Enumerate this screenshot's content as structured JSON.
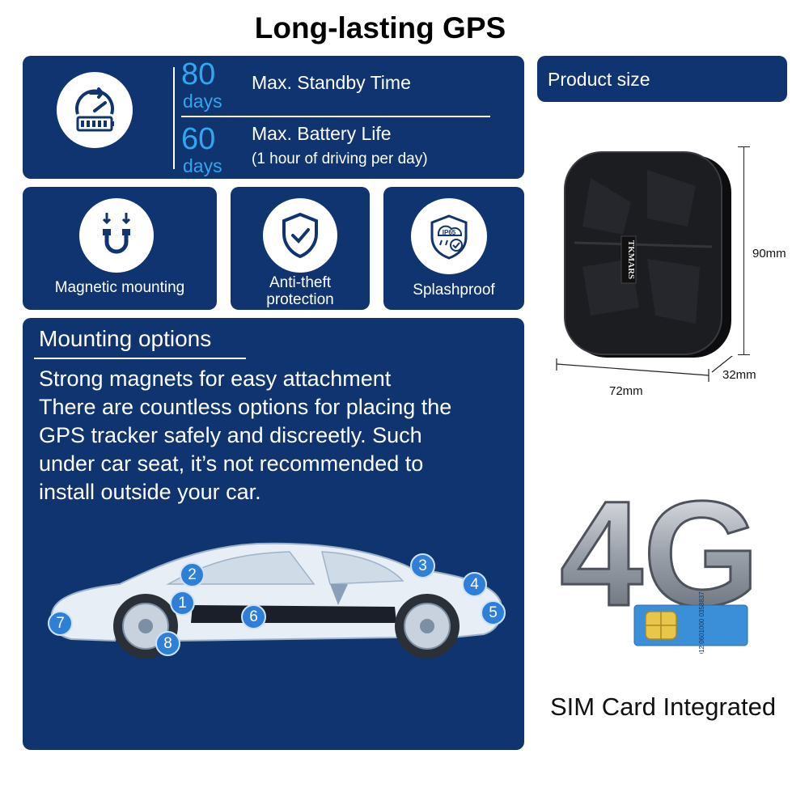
{
  "title": "Long-lasting GPS",
  "stats": [
    {
      "value": "80",
      "unit": "days",
      "label": "Max. Standby Time",
      "sub": ""
    },
    {
      "value": "60",
      "unit": "days",
      "label": "Max. Battery Life",
      "sub": "(1 hour of driving per day)"
    }
  ],
  "features": [
    {
      "label": "Magnetic mounting",
      "icon": "magnet-icon"
    },
    {
      "label_line1": "Anti-theft",
      "label_line2": "protection",
      "icon": "shield-check-icon"
    },
    {
      "label": "Splashproof",
      "icon": "waterproof-icon",
      "badge_text": "IP65"
    }
  ],
  "mounting": {
    "heading": "Mounting options",
    "lines": [
      "Strong magnets for easy attachment",
      "There are countless options for placing the",
      "GPS tracker safely and discreetly. Such",
      "under car seat, it’s not recommended to",
      "install outside your car."
    ],
    "positions": [
      "1",
      "2",
      "3",
      "4",
      "5",
      "6",
      "7",
      "8"
    ]
  },
  "product_size": {
    "heading": "Product size",
    "brand": "TKMARS",
    "height": "90mm",
    "width": "72mm",
    "depth": "32mm"
  },
  "network": {
    "logo_text": "4G",
    "sim_digits": "897012 0601000 0358837",
    "caption": "SIM Card Integrated"
  },
  "colors": {
    "panel": "#0f3470",
    "accent": "#33a6f0",
    "badge": "#2f7fd8"
  }
}
